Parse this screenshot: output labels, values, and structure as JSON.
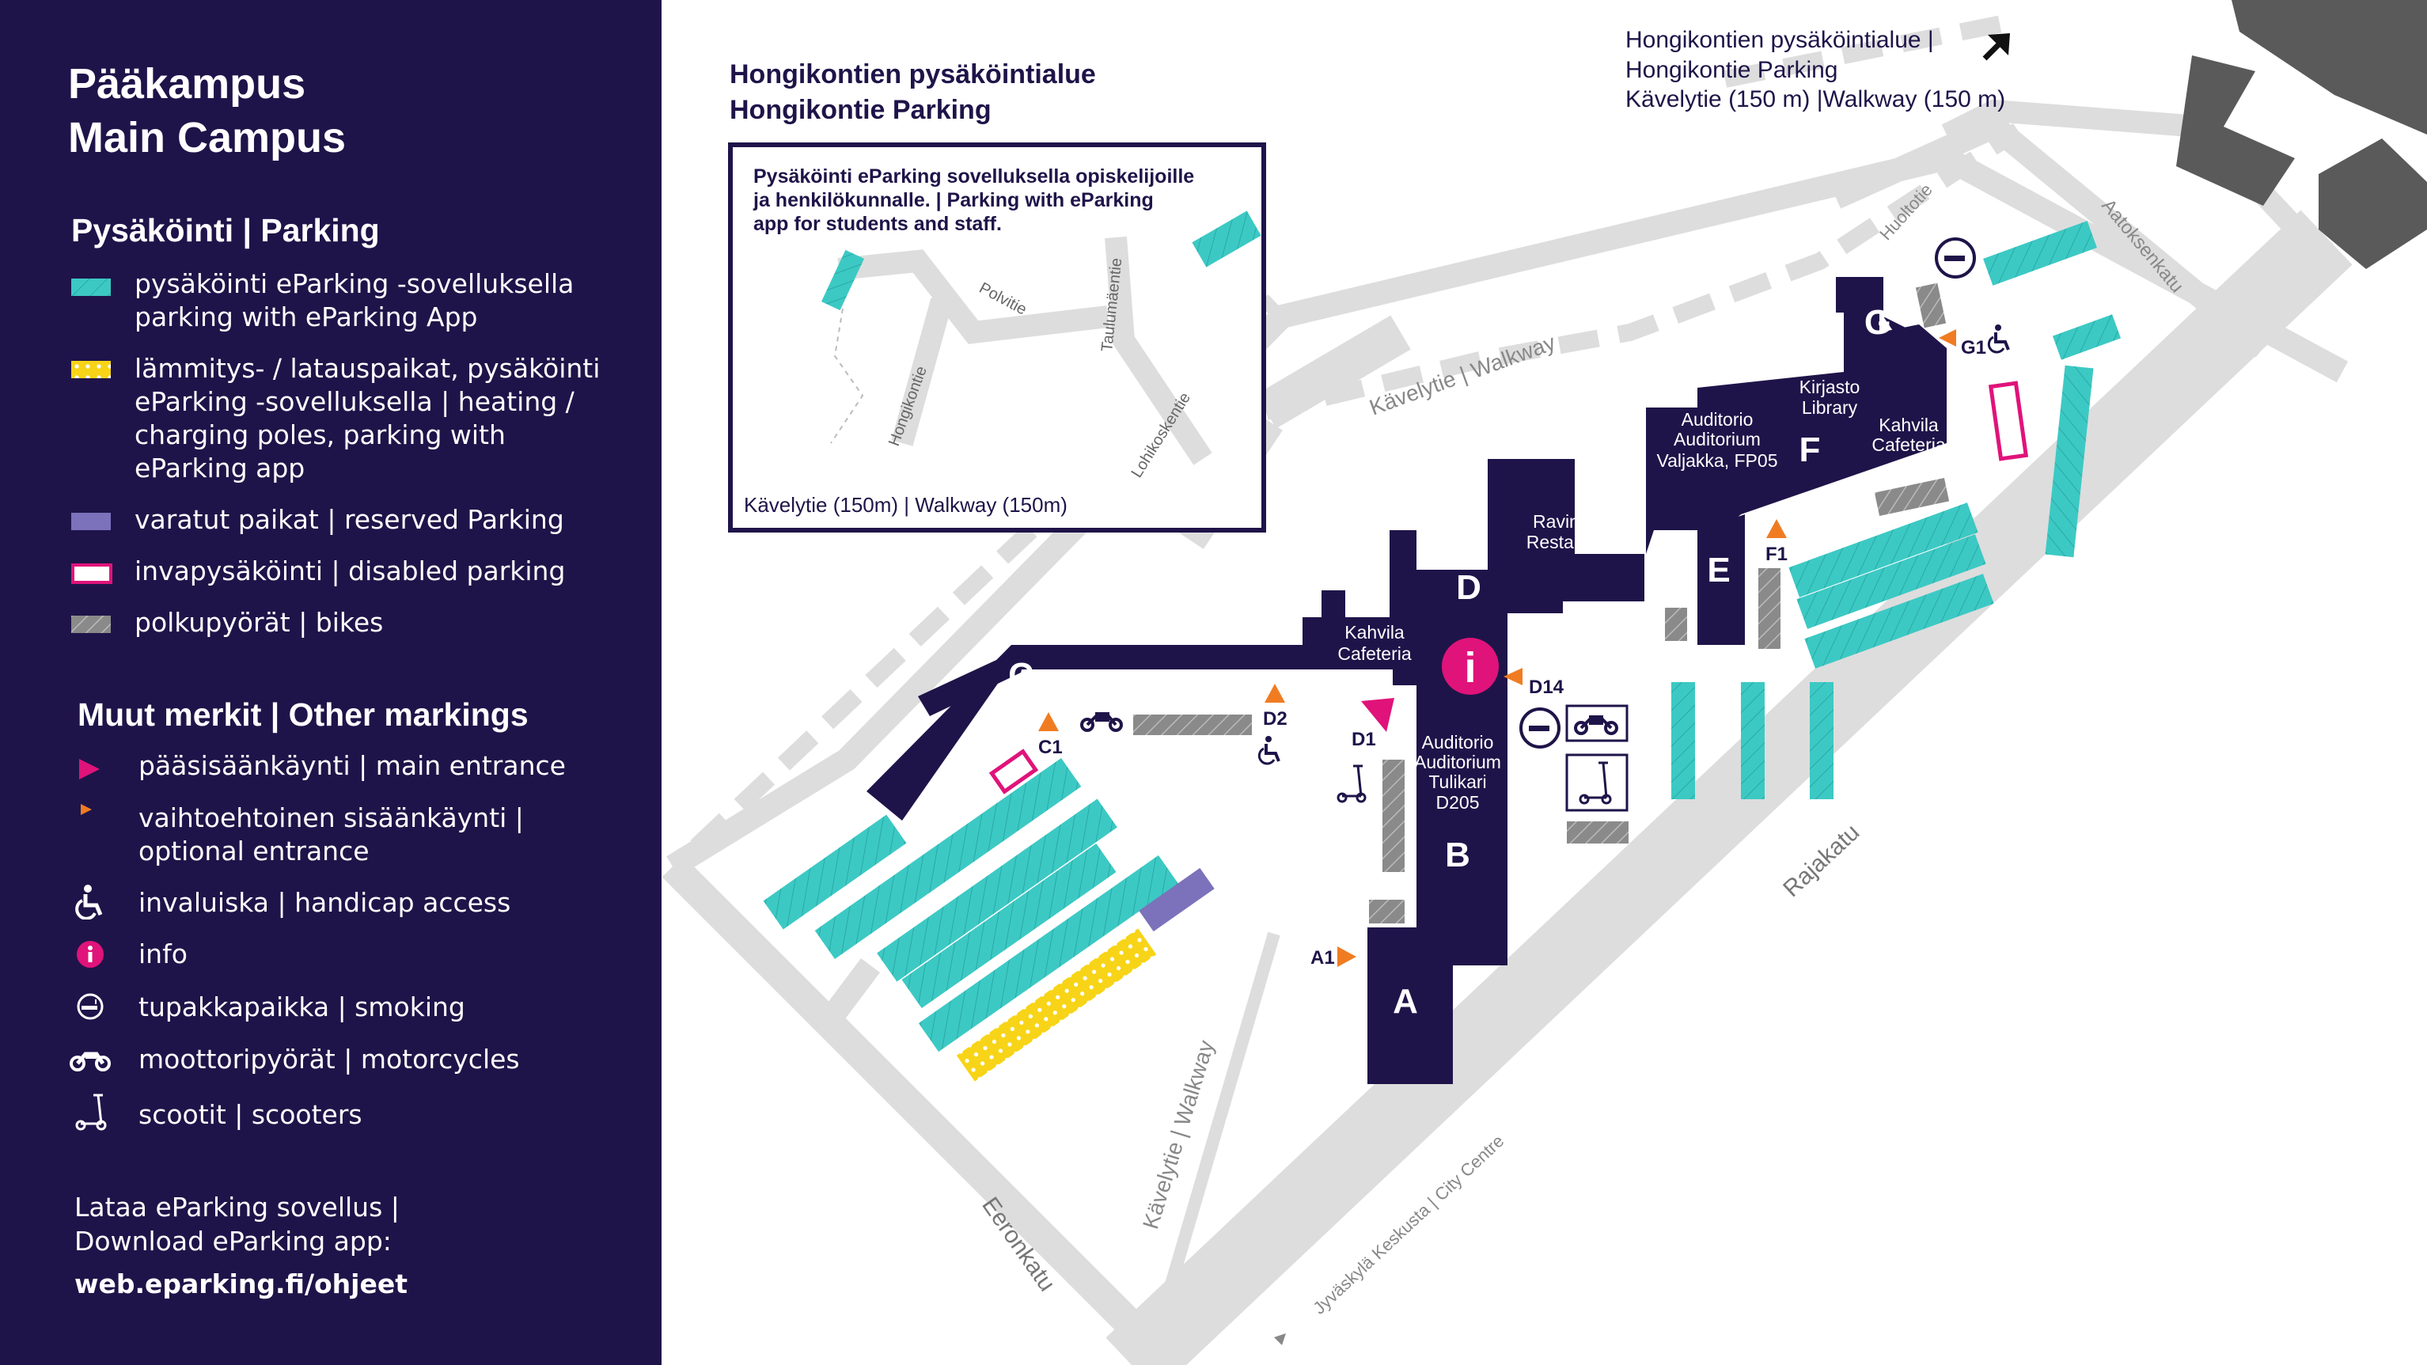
{
  "sidebar": {
    "title_fi": "Pääkampus",
    "title_en": "Main Campus",
    "parking_heading": "Pysäköinti | Parking",
    "parking_items": [
      {
        "line1": "pysäköinti eParking -sovelluksella",
        "line2": "parking with eParking App",
        "color": "#3cc9c4"
      },
      {
        "line1": "lämmitys- / latauspaikat, pysäköinti",
        "line2": "eParking -sovelluksella | heating /",
        "line3": "charging poles, parking with",
        "line4": "eParking app",
        "color": "#f7d417"
      },
      {
        "line1": "varatut paikat | reserved Parking",
        "color": "#7b72bb"
      },
      {
        "line1": "invapysäköinti | disabled parking",
        "color": "#e0137a"
      },
      {
        "line1": "polkupyörät | bikes",
        "color": "#888888"
      }
    ],
    "other_heading": "Muut merkit | Other markings",
    "other_items": [
      {
        "line1": "pääsisäänkäynti | main entrance",
        "icon": "main-entrance-icon"
      },
      {
        "line1": "vaihtoehtoinen sisäänkäynti |",
        "line2": "optional entrance",
        "icon": "optional-entrance-icon"
      },
      {
        "line1": "invaluiska | handicap access",
        "icon": "wheelchair-icon"
      },
      {
        "line1": "info",
        "icon": "info-icon"
      },
      {
        "line1": "tupakkapaikka | smoking",
        "icon": "smoking-icon"
      },
      {
        "line1": "moottoripyörät | motorcycles",
        "icon": "motorcycle-icon"
      },
      {
        "line1": "scootit | scooters",
        "icon": "scooter-icon"
      }
    ],
    "download_line1": "Lataa eParking sovellus |",
    "download_line2": "Download eParking app:",
    "download_url": "web.eparking.fi/ohjeet"
  },
  "colors": {
    "navy": "#1f1449",
    "teal": "#3cc9c4",
    "yellow": "#f7d417",
    "purple": "#7b72bb",
    "magenta": "#e0137a",
    "orange": "#f07c22",
    "road": "#dddddd"
  },
  "map": {
    "inset_title1": "Hongikontien pysäköintialue",
    "inset_title2": "Hongikontie Parking",
    "inset_note1": "Pysäköinti eParking sovelluksella opiskelijoille",
    "inset_note2": "ja henkilökunnalle.  |  Parking with eParking",
    "inset_note3": "app for students and staff.",
    "inset_walkway": "Kävelytie (150m) | Walkway (150m)",
    "inset_street_polvitie": "Polvitie",
    "inset_street_taulumaentie": "Taulumäentie",
    "inset_street_hongikontie": "Hongikontie",
    "inset_street_lohikoskentie": "Lohikoskentie",
    "top_note1": "Hongikontien pysäköintialue |",
    "top_note2": "Hongikontie Parking",
    "top_note3": "Kävelytie (150 m) |Walkway (150 m)",
    "street_kavelytie_top": "Kävelytie | Walkway",
    "street_kavelytie_bottom": "Kävelytie | Walkway",
    "street_huoltotie": "Huoltotie",
    "street_aatoksenkatu": "Aatoksenkatu",
    "street_rajakatu": "Rajakatu",
    "street_eeronkatu": "Eeronkatu",
    "street_city": "Jyväskylä Keskusta | City Centre",
    "buildings": {
      "A": "A",
      "B": "B",
      "C": "C",
      "D": "D",
      "E": "E",
      "F": "F",
      "G": "G"
    },
    "rooms": {
      "kahvila1": "Kahvila",
      "cafeteria1": "Cafeteria",
      "ravintola": "Ravintola",
      "restaurant": "Restaurant",
      "auditorio1": "Auditorio",
      "auditorium1": "Auditorium",
      "tulikari": "Tulikari",
      "d205": "D205",
      "auditorio2": "Auditorio",
      "auditorium2": "Auditorium",
      "valjakka": "Valjakka, FP05",
      "kirjasto": "Kirjasto",
      "library": "Library",
      "kahvila2": "Kahvila",
      "cafeteria2": "Cafeteria"
    },
    "entrances": {
      "a1": "A1",
      "c1": "C1",
      "d1": "D1",
      "d2": "D2",
      "d14": "D14",
      "f1": "F1",
      "g1": "G1"
    },
    "info_label": "i"
  }
}
